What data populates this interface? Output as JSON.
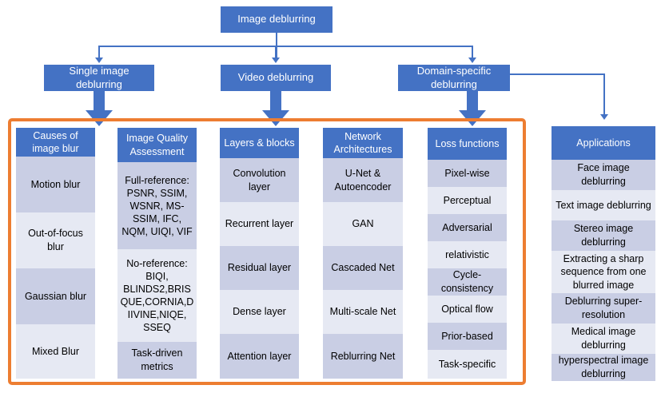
{
  "diagram": {
    "title": "Image deblurring taxonomy",
    "colors": {
      "node_blue": "#4472C4",
      "group_orange": "#ED7D31",
      "row_dark": "#C9CEE4",
      "row_light": "#E6E9F3",
      "text_dark": "#000000",
      "text_light": "#FFFFFF"
    }
  },
  "flow": {
    "root": "Image deblurring",
    "branches": [
      {
        "id": "single",
        "label": "Single image deblurring"
      },
      {
        "id": "video",
        "label": "Video deblurring"
      },
      {
        "id": "domain",
        "label": "Domain-specific deblurring"
      }
    ]
  },
  "columns": [
    {
      "id": "causes",
      "header": "Causes of image blur",
      "items": [
        "Motion blur",
        "Out-of-focus blur",
        "Gaussian blur",
        "Mixed Blur"
      ]
    },
    {
      "id": "iqa",
      "header": "Image Quality Assessment",
      "items": [
        "Full-reference: PSNR, SSIM, WSNR, MS-SSIM, IFC, NQM, UIQI, VIF",
        "No-reference: BIQI, BLINDS2,BRISQUE,CORNIA,DIIVINE,NIQE, SSEQ",
        "Task-driven metrics"
      ]
    },
    {
      "id": "layers",
      "header": "Layers & blocks",
      "items": [
        "Convolution layer",
        "Recurrent layer",
        "Residual layer",
        "Dense layer",
        "Attention layer"
      ]
    },
    {
      "id": "nets",
      "header": "Network Architectures",
      "items": [
        "U-Net & Autoencoder",
        "GAN",
        "Cascaded Net",
        "Multi-scale Net",
        "Reblurring Net"
      ]
    },
    {
      "id": "loss",
      "header": "Loss functions",
      "items": [
        "Pixel-wise",
        "Perceptual",
        "Adversarial",
        "relativistic",
        "Cycle-consistency",
        "Optical flow",
        "Prior-based",
        "Task-specific"
      ]
    },
    {
      "id": "apps",
      "header": "Applications",
      "items": [
        "Face image deblurring",
        "Text image deblurring",
        "Stereo image deblurring",
        "Extracting a sharp sequence from one blurred image",
        "Deblurring super-resolution",
        "Medical image deblurring",
        "hyperspectral image deblurring"
      ]
    }
  ]
}
